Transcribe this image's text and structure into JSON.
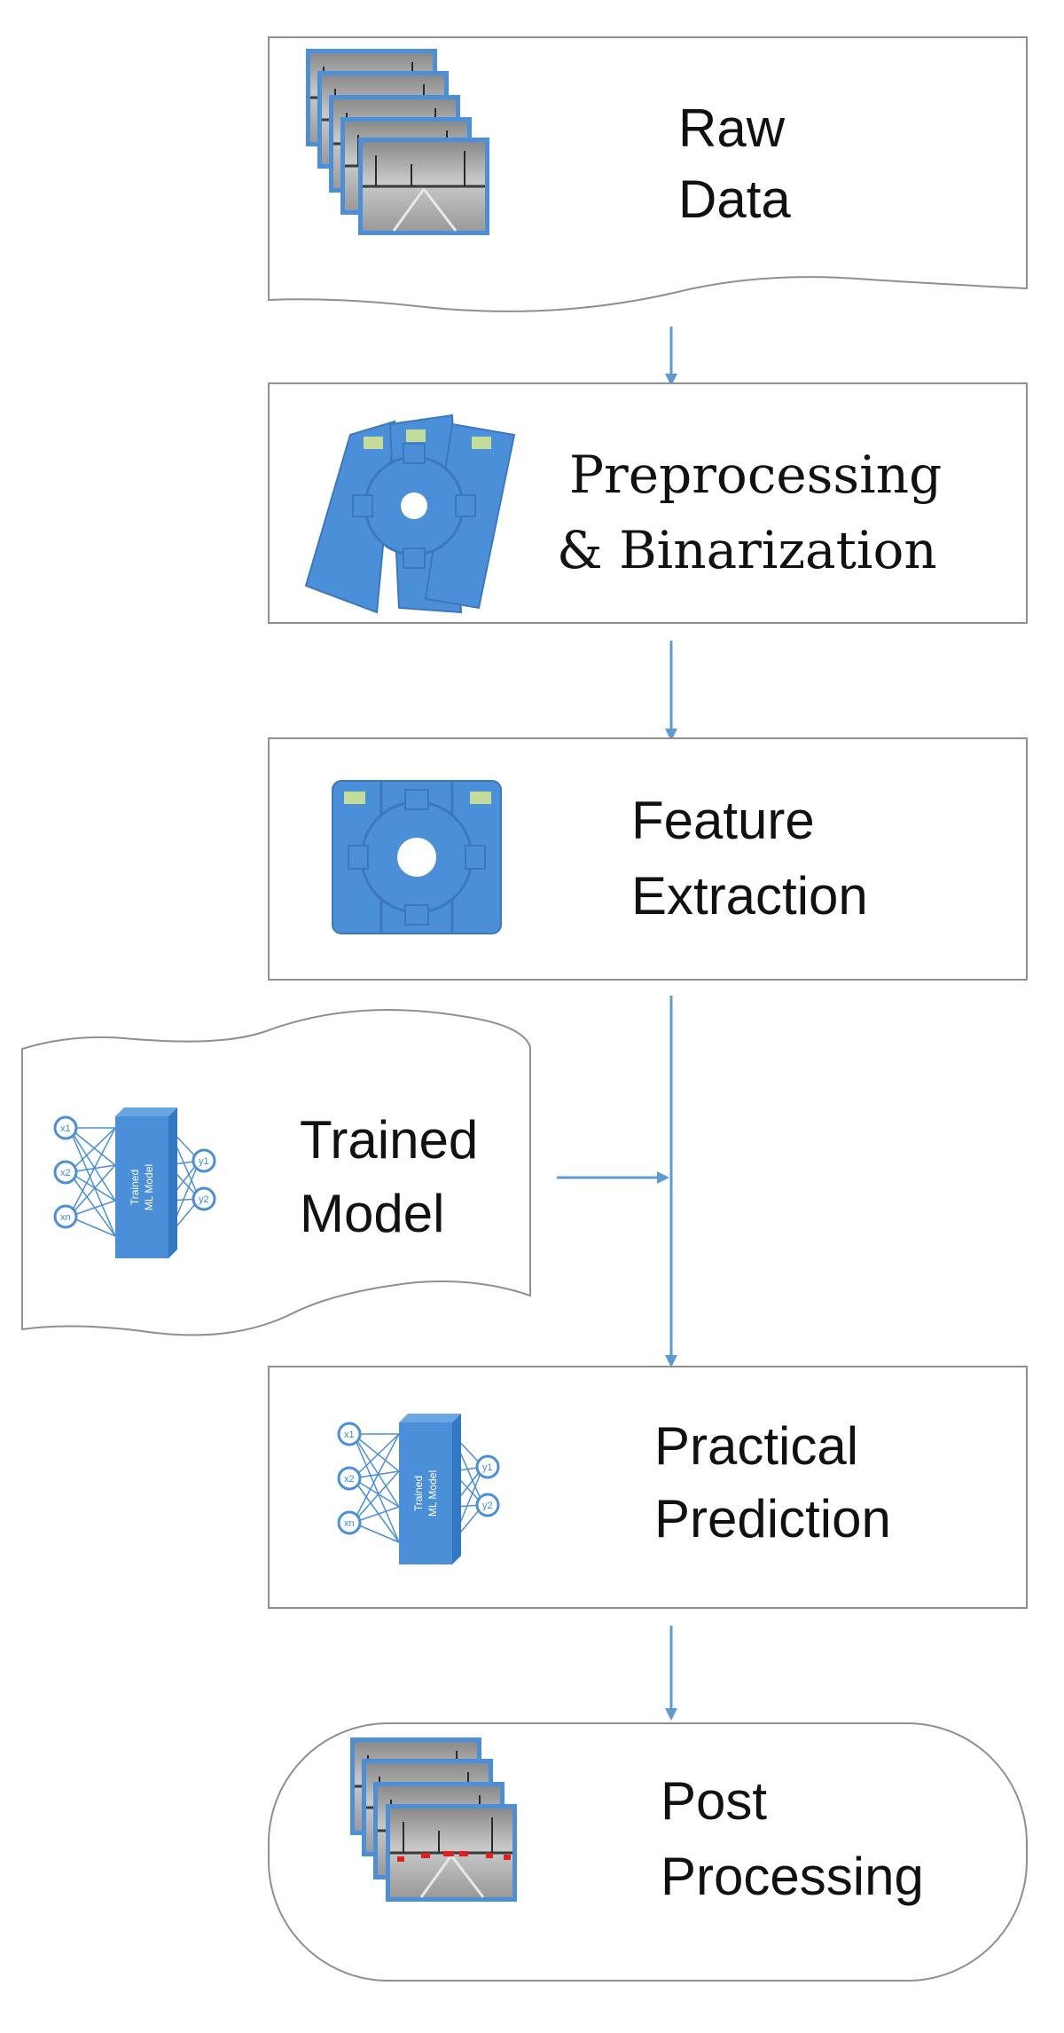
{
  "diagram": {
    "steps": {
      "raw_data": {
        "line1": "Raw",
        "line2": "Data"
      },
      "preprocessing": {
        "line1": "Preprocessing",
        "line2": "& Binarization"
      },
      "feature_extraction": {
        "line1": "Feature",
        "line2": "Extraction"
      },
      "trained_model": {
        "line1": "Trained",
        "line2": "Model"
      },
      "practical_prediction": {
        "line1": "Practical",
        "line2": "Prediction"
      },
      "post_processing": {
        "line1": "Post",
        "line2": "Processing"
      }
    },
    "nn_icon": {
      "inputs": [
        "x1",
        "x2",
        "xn"
      ],
      "outputs": [
        "y1",
        "y2"
      ],
      "block_line1": "Trained",
      "block_line2": "ML Model"
    },
    "colors": {
      "accent_blue": "#4a8fd8",
      "arrow_blue": "#5b9bd5",
      "box_border": "#8f8f8f",
      "detection_red": "#e02020"
    }
  }
}
